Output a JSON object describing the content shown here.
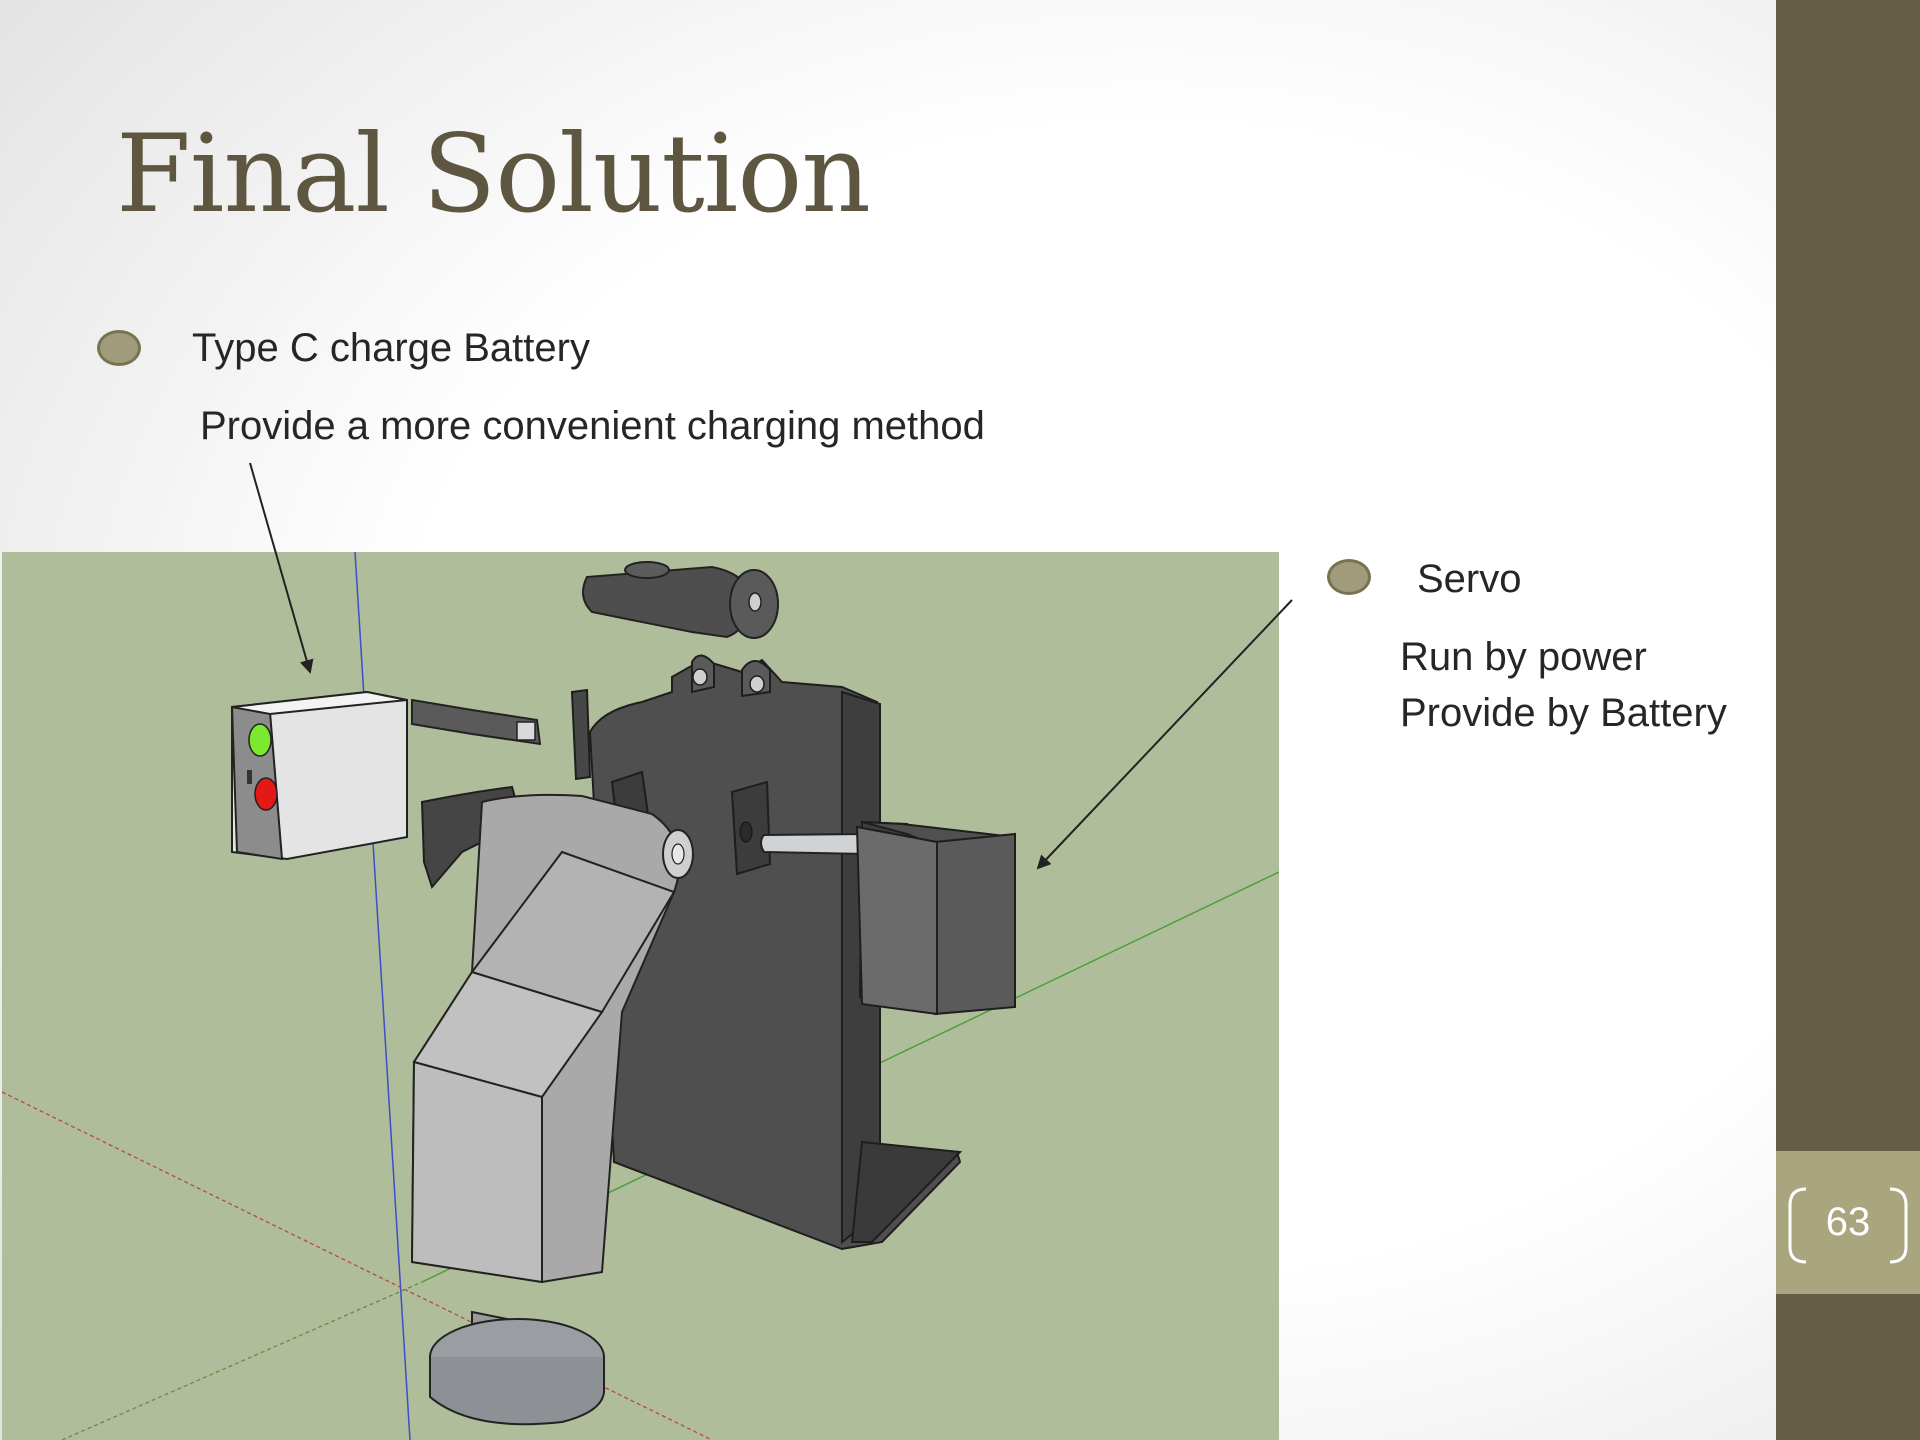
{
  "slide": {
    "title": "Final Solution",
    "page_number": "63"
  },
  "bullets": [
    {
      "heading": "Type C charge Battery",
      "detail": "Provide a more convenient charging method"
    },
    {
      "heading": "Servo",
      "detail_lines": [
        "Run by power",
        "Provide by Battery"
      ]
    }
  ],
  "colors": {
    "accent_sidebar": "#655d45",
    "page_number_box": "#a9a57f",
    "title": "#5e5640",
    "bullet": "#a09b7c",
    "render_background": "#b0bd9b"
  }
}
